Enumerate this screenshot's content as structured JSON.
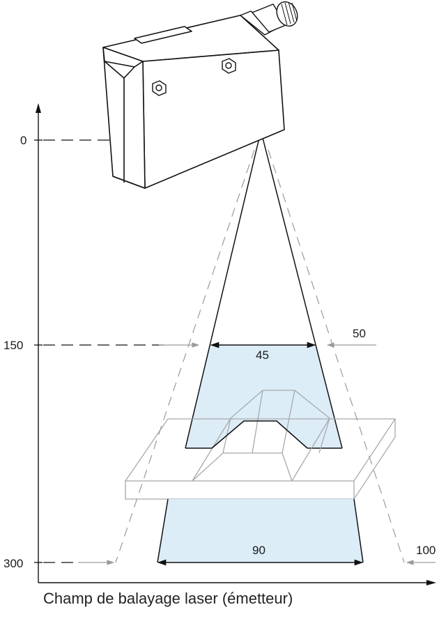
{
  "caption": "Champ de balayage laser (émetteur)",
  "axis": {
    "ticks": [
      "0",
      "150",
      "300"
    ]
  },
  "dimensions": {
    "inner_top": "45",
    "outer_top": "50",
    "inner_bottom": "90",
    "outer_bottom": "100"
  },
  "colors": {
    "beam_fill": "#dcedf8",
    "line": "#111111",
    "dashed_guide": "#9a9a9a",
    "object_outline": "#a8a8a8"
  },
  "icons": {
    "sensor": "laser-sensor-icon",
    "connector": "cable-connector-icon",
    "mount": "hex-nut-icon"
  }
}
